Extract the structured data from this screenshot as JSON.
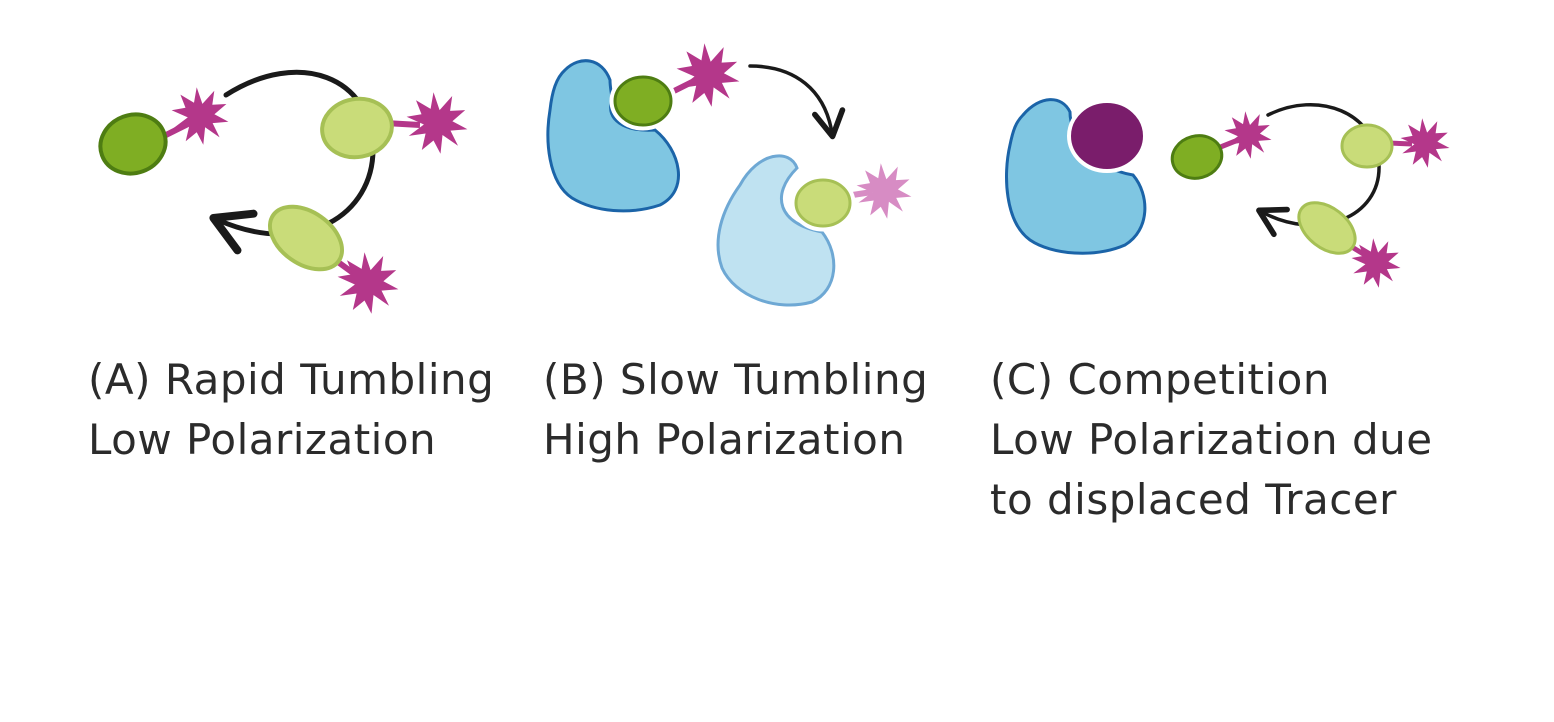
{
  "colors": {
    "ligand_dark": "#7fae23",
    "ligand_dark_edge": "#4e7d12",
    "ligand_light": "#c9dc79",
    "ligand_light_edge": "#a6c055",
    "fluorophore": "#b4378a",
    "fluorophore_faded": "#d78cc4",
    "protein": "#7fc6e2",
    "protein_edge": "#1b64a8",
    "protein_faded": "#bfe2f1",
    "protein_faded_edge": "#6ea8d4",
    "competitor": "#7a1d6b",
    "arrow": "#1a1a1a",
    "text": "#2b2b2b"
  },
  "panels": [
    {
      "id": "A",
      "lines": [
        "(A) Rapid Tumbling",
        "Low Polarization"
      ],
      "icons": [
        "tracer-icon",
        "rotation-arrow-icon"
      ]
    },
    {
      "id": "B",
      "lines": [
        "(B) Slow Tumbling",
        "High Polarization"
      ],
      "icons": [
        "protein-icon",
        "bound-tracer-icon",
        "curved-arrow-icon"
      ]
    },
    {
      "id": "C",
      "lines": [
        "(C) Competition",
        "Low Polarization due",
        "to displaced Tracer"
      ],
      "icons": [
        "protein-icon",
        "competitor-icon",
        "tracer-icon",
        "rotation-arrow-icon"
      ]
    }
  ]
}
